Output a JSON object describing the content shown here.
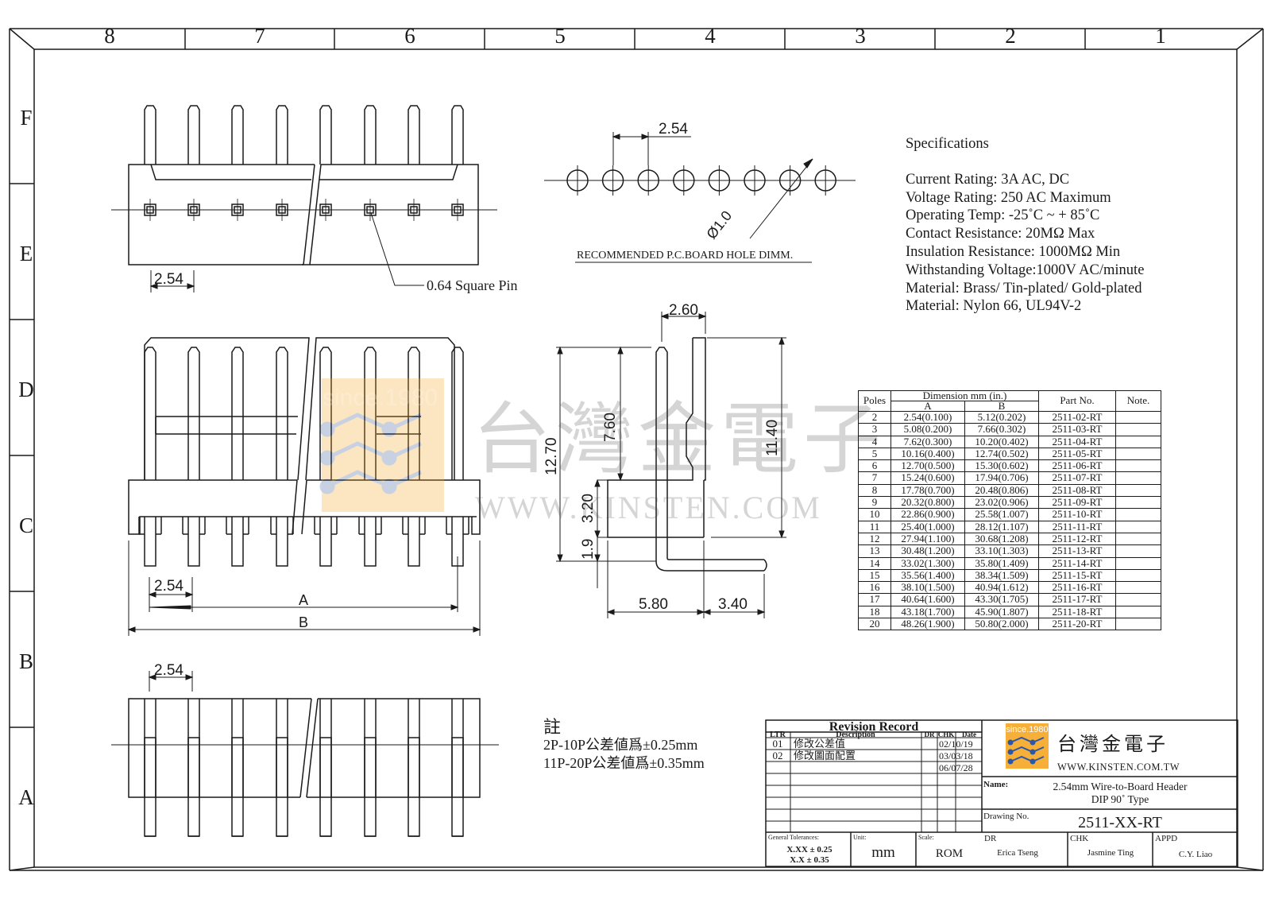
{
  "frame": {
    "columns": [
      "8",
      "7",
      "6",
      "5",
      "4",
      "3",
      "2",
      "1"
    ],
    "rows": [
      "F",
      "E",
      "D",
      "C",
      "B",
      "A"
    ]
  },
  "dims": {
    "pitch": "2.54",
    "square_pin": "0.64 Square Pin",
    "hole_pitch": "2.54",
    "hole_dia": "Ø1.0",
    "hole_caption": "RECOMMENDED P.C.BOARD HOLE DIMM.",
    "side_top": "2.60",
    "side_760": "7.60",
    "side_1270": "12.70",
    "side_1140": "11.40",
    "side_320": "3.20",
    "side_19": "1.9",
    "side_580": "5.80",
    "side_340": "3.40",
    "label_a": "A",
    "label_b": "B"
  },
  "specs": {
    "title": "Specifications",
    "lines": [
      "Current Rating: 3A AC, DC",
      "Voltage Rating: 250 AC Maximum",
      "Operating Temp: -25˚C ~ + 85˚C",
      "Contact Resistance: 20MΩ Max",
      "Insulation Resistance: 1000MΩ Min",
      "Withstanding Voltage:1000V AC/minute",
      "Material: Brass/ Tin-plated/ Gold-plated",
      "Material: Nylon 66, UL94V-2"
    ]
  },
  "table": {
    "headers": {
      "poles": "Poles",
      "dimension": "Dimension mm (in.)",
      "a": "A",
      "b": "B",
      "part": "Part No.",
      "note": "Note."
    },
    "rows": [
      [
        "2",
        "2.54(0.100)",
        "5.12(0.202)",
        "2511-02-RT"
      ],
      [
        "3",
        "5.08(0.200)",
        "7.66(0.302)",
        "2511-03-RT"
      ],
      [
        "4",
        "7.62(0.300)",
        "10.20(0.402)",
        "2511-04-RT"
      ],
      [
        "5",
        "10.16(0.400)",
        "12.74(0.502)",
        "2511-05-RT"
      ],
      [
        "6",
        "12.70(0.500)",
        "15.30(0.602)",
        "2511-06-RT"
      ],
      [
        "7",
        "15.24(0.600)",
        "17.94(0.706)",
        "2511-07-RT"
      ],
      [
        "8",
        "17.78(0.700)",
        "20.48(0.806)",
        "2511-08-RT"
      ],
      [
        "9",
        "20.32(0.800)",
        "23.02(0.906)",
        "2511-09-RT"
      ],
      [
        "10",
        "22.86(0.900)",
        "25.58(1.007)",
        "2511-10-RT"
      ],
      [
        "11",
        "25.40(1.000)",
        "28.12(1.107)",
        "2511-11-RT"
      ],
      [
        "12",
        "27.94(1.100)",
        "30.68(1.208)",
        "2511-12-RT"
      ],
      [
        "13",
        "30.48(1.200)",
        "33.10(1.303)",
        "2511-13-RT"
      ],
      [
        "14",
        "33.02(1.300)",
        "35.80(1.409)",
        "2511-14-RT"
      ],
      [
        "15",
        "35.56(1.400)",
        "38.34(1.509)",
        "2511-15-RT"
      ],
      [
        "16",
        "38.10(1.500)",
        "40.94(1.612)",
        "2511-16-RT"
      ],
      [
        "17",
        "40.64(1.600)",
        "43.30(1.705)",
        "2511-17-RT"
      ],
      [
        "18",
        "43.18(1.700)",
        "45.90(1.807)",
        "2511-18-RT"
      ],
      [
        "20",
        "48.26(1.900)",
        "50.80(2.000)",
        "2511-20-RT"
      ]
    ]
  },
  "note": {
    "title": "註",
    "lines": [
      "2P-10P公差値爲±0.25mm",
      "11P-20P公差値爲±0.35mm"
    ]
  },
  "watermark": {
    "since": "since.1980",
    "chinese": "台灣金電子",
    "url": "WWW.KINSTEN.COM"
  },
  "title_block": {
    "revision_title": "Revision Record",
    "rev_headers": [
      "LTR",
      "Description",
      "DR",
      "CHK",
      "Date"
    ],
    "revisions": [
      [
        "01",
        "修改公差值",
        "",
        "",
        "02/10/19"
      ],
      [
        "02",
        "修改圖面配置",
        "",
        "",
        "03/03/18"
      ],
      [
        "",
        "",
        "",
        "",
        "06/07/28"
      ]
    ],
    "since": "since.1980",
    "company_cn": "台灣金電子",
    "company_url": "WWW.KINSTEN.COM.TW",
    "name_label": "Name:",
    "name_line1": "2.54mm Wire-to-Board Header",
    "name_line2": "DIP 90˚ Type",
    "drawing_label": "Drawing No.",
    "drawing_no": "2511-XX-RT",
    "tol_label": "General Tolerances:",
    "tol_1": "X.XX ± 0.25",
    "tol_2": "X.X ± 0.35",
    "unit_label": "Unit:",
    "unit": "mm",
    "scale_label": "Scale:",
    "scale": "ROM",
    "dr_label": "DR",
    "dr": "Erica Tseng",
    "chk_label": "CHK",
    "chk": "Jasmine Ting",
    "appd_label": "APPD",
    "appd": "C.Y. Liao"
  },
  "colors": {
    "line": "#1a1a1a",
    "logo_orange": "#f5a623",
    "logo_blue": "#2b57a6"
  }
}
